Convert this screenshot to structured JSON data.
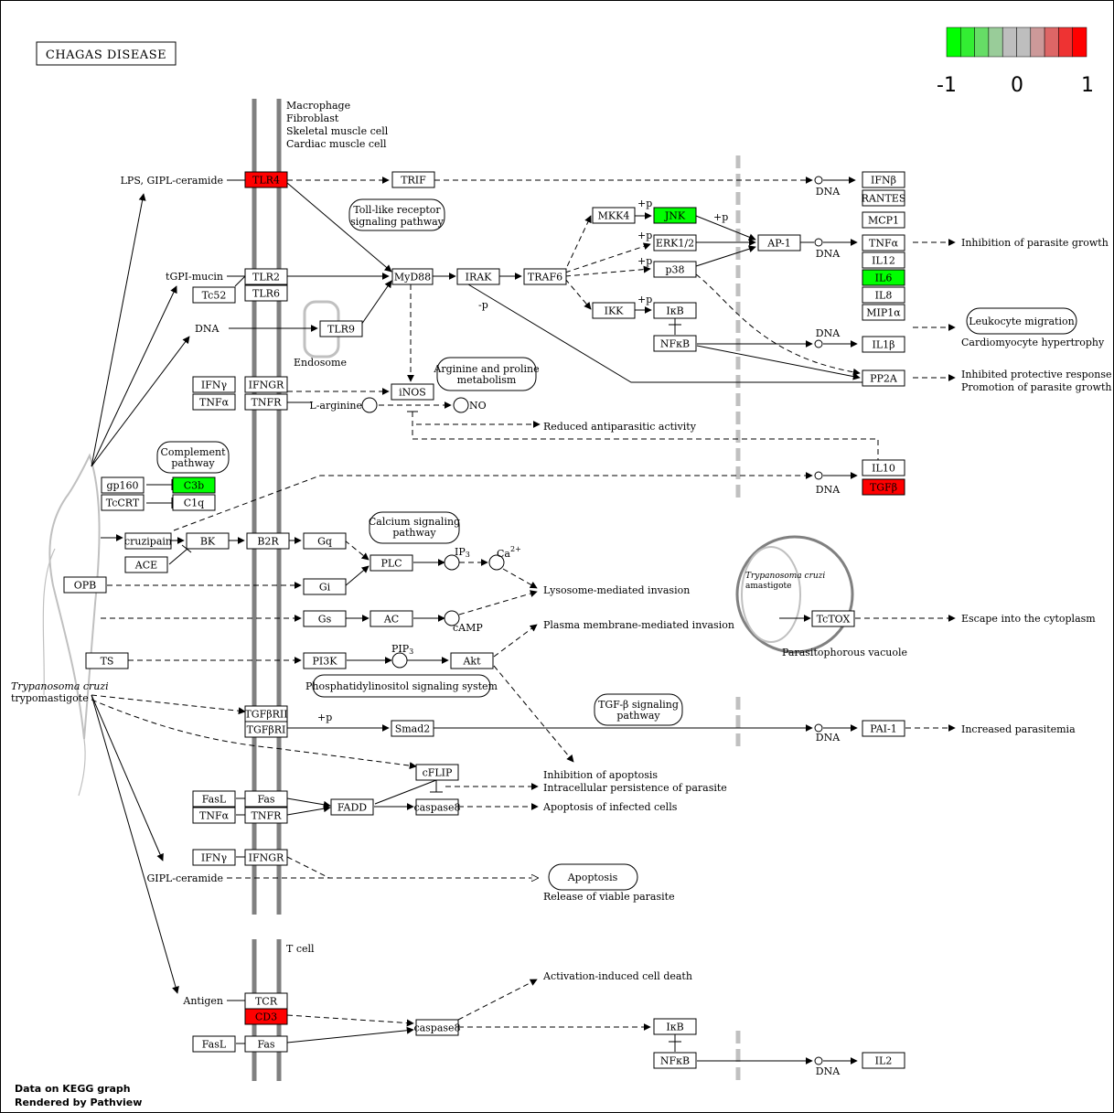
{
  "title": "CHAGAS DISEASE",
  "legend": {
    "colors": [
      "#00ff00",
      "#33ee33",
      "#66dd66",
      "#99cc99",
      "#bebebe",
      "#bebebe",
      "#cc9999",
      "#dd6666",
      "#ee3333",
      "#ff0000"
    ],
    "labels": [
      "-1",
      "0",
      "1"
    ]
  },
  "footer": {
    "line1": "Data on KEGG graph",
    "line2": "Rendered by Pathview"
  },
  "colors": {
    "up": "#ff0000",
    "down": "#00ff00",
    "membrane": "#808080",
    "nucleus": "#c0c0c0"
  },
  "cell_labels": {
    "host": [
      "Macrophage",
      "Fibroblast",
      "Skeletal muscle cell",
      "Cardiac muscle cell"
    ],
    "tcell": "T cell",
    "parasite": [
      "Trypanosoma cruzi",
      "trypomastigote"
    ],
    "amastigote": [
      "Trypanosoma cruzi",
      "amastigote"
    ],
    "vacuole": "Parasitophorous vacuole",
    "endosome": "Endosome"
  },
  "pathway_links": {
    "tlr": [
      "Toll-like receptor",
      "signaling pathway"
    ],
    "arginine": [
      "Arginine and proline",
      "metabolism"
    ],
    "complement": [
      "Complement",
      "pathway"
    ],
    "calcium": [
      "Calcium signaling",
      "pathway"
    ],
    "pi": "Phosphatidylinositol signaling system",
    "tgfb": [
      "TGF-β signaling",
      "pathway"
    ],
    "leukocyte": "Leukocyte migration",
    "apoptosis": "Apoptosis"
  },
  "nodes": {
    "TLR4": "TLR4",
    "TRIF": "TRIF",
    "IFNb": "IFNβ",
    "RANTES": "RANTES",
    "MCP1": "MCP1",
    "TNFa1": "TNFα",
    "IL12": "IL12",
    "IL6": "IL6",
    "IL8": "IL8",
    "MIP1a": "MIP1α",
    "IL1b": "IL1β",
    "PP2A": "PP2A",
    "IL10": "IL10",
    "TGFb": "TGFβ",
    "MKK4": "MKK4",
    "JNK": "JNK",
    "ERK12": "ERK1/2",
    "p38": "p38",
    "AP1": "AP-1",
    "IKK": "IKK",
    "IkB1": "IκB",
    "NFkB1": "NFκB",
    "TLR2": "TLR2",
    "TLR6": "TLR6",
    "Tc52": "Tc52",
    "MyD88": "MyD88",
    "IRAK": "IRAK",
    "TRAF6": "TRAF6",
    "TLR9": "TLR9",
    "IFNg1": "IFNγ",
    "IFNGR1": "IFNGR",
    "TNFa2": "TNFα",
    "TNFR1": "TNFR",
    "iNOS": "iNOS",
    "gp160": "gp160",
    "C3b": "C3b",
    "TcCRT": "TcCRT",
    "C1q": "C1q",
    "cruzipain": "cruzipain",
    "BK": "BK",
    "B2R": "B2R",
    "Gq": "Gq",
    "ACE": "ACE",
    "PLC": "PLC",
    "OPB": "OPB",
    "Gi": "Gi",
    "Gs": "Gs",
    "AC": "AC",
    "TS": "TS",
    "PI3K": "PI3K",
    "Akt": "Akt",
    "TcTOX": "TcTOX",
    "TGFbRII": "TGFβRII",
    "TGFbRI": "TGFβRI",
    "Smad2": "Smad2",
    "PAI1": "PAI-1",
    "cFLIP": "cFLIP",
    "FasL1": "FasL",
    "Fas1": "Fas",
    "TNFa3": "TNFα",
    "TNFR2": "TNFR",
    "FADD": "FADD",
    "caspase8a": "caspase8",
    "IFNg2": "IFNγ",
    "IFNGR2": "IFNGR",
    "TCR": "TCR",
    "CD3": "CD3",
    "FasL2": "FasL",
    "Fas2": "Fas",
    "caspase8b": "caspase8",
    "IkB2": "IκB",
    "NFkB2": "NFκB",
    "IL2": "IL2"
  },
  "labels": {
    "lps": "LPS, GIPL-ceramide",
    "tgpi": "tGPI-mucin",
    "dna_in": "DNA",
    "dna_out": "DNA",
    "larg": "L-arginine",
    "no": "NO",
    "ip3": "IP",
    "ip3_sub": "3",
    "ca": "Ca",
    "ca_sup": "2+",
    "camp": "cAMP",
    "pip3": "PIP",
    "pip3_sub": "3",
    "gipl": "GIPL-ceramide",
    "antigen": "Antigen",
    "p": "+p",
    "mp": "-p"
  },
  "outcomes": {
    "inhib_growth": "Inhibition of parasite growth",
    "cardio": "Cardiomyocyte hypertrophy",
    "inhib_resp": "Inhibited protective response",
    "promo": "Promotion of parasite growth",
    "reduced": "Reduced antiparasitic activity",
    "lysosome": "Lysosome-mediated invasion",
    "plasma": "Plasma membrane-mediated invasion",
    "escape": "Escape into the cytoplasm",
    "parasitemia": "Increased parasitemia",
    "inhib_apop": "Inhibition of apoptosis",
    "intracell": "Intracellular persistence of parasite",
    "apop_inf": "Apoptosis of infected cells",
    "release": "Release of viable parasite",
    "aicd": "Activation-induced cell death"
  }
}
